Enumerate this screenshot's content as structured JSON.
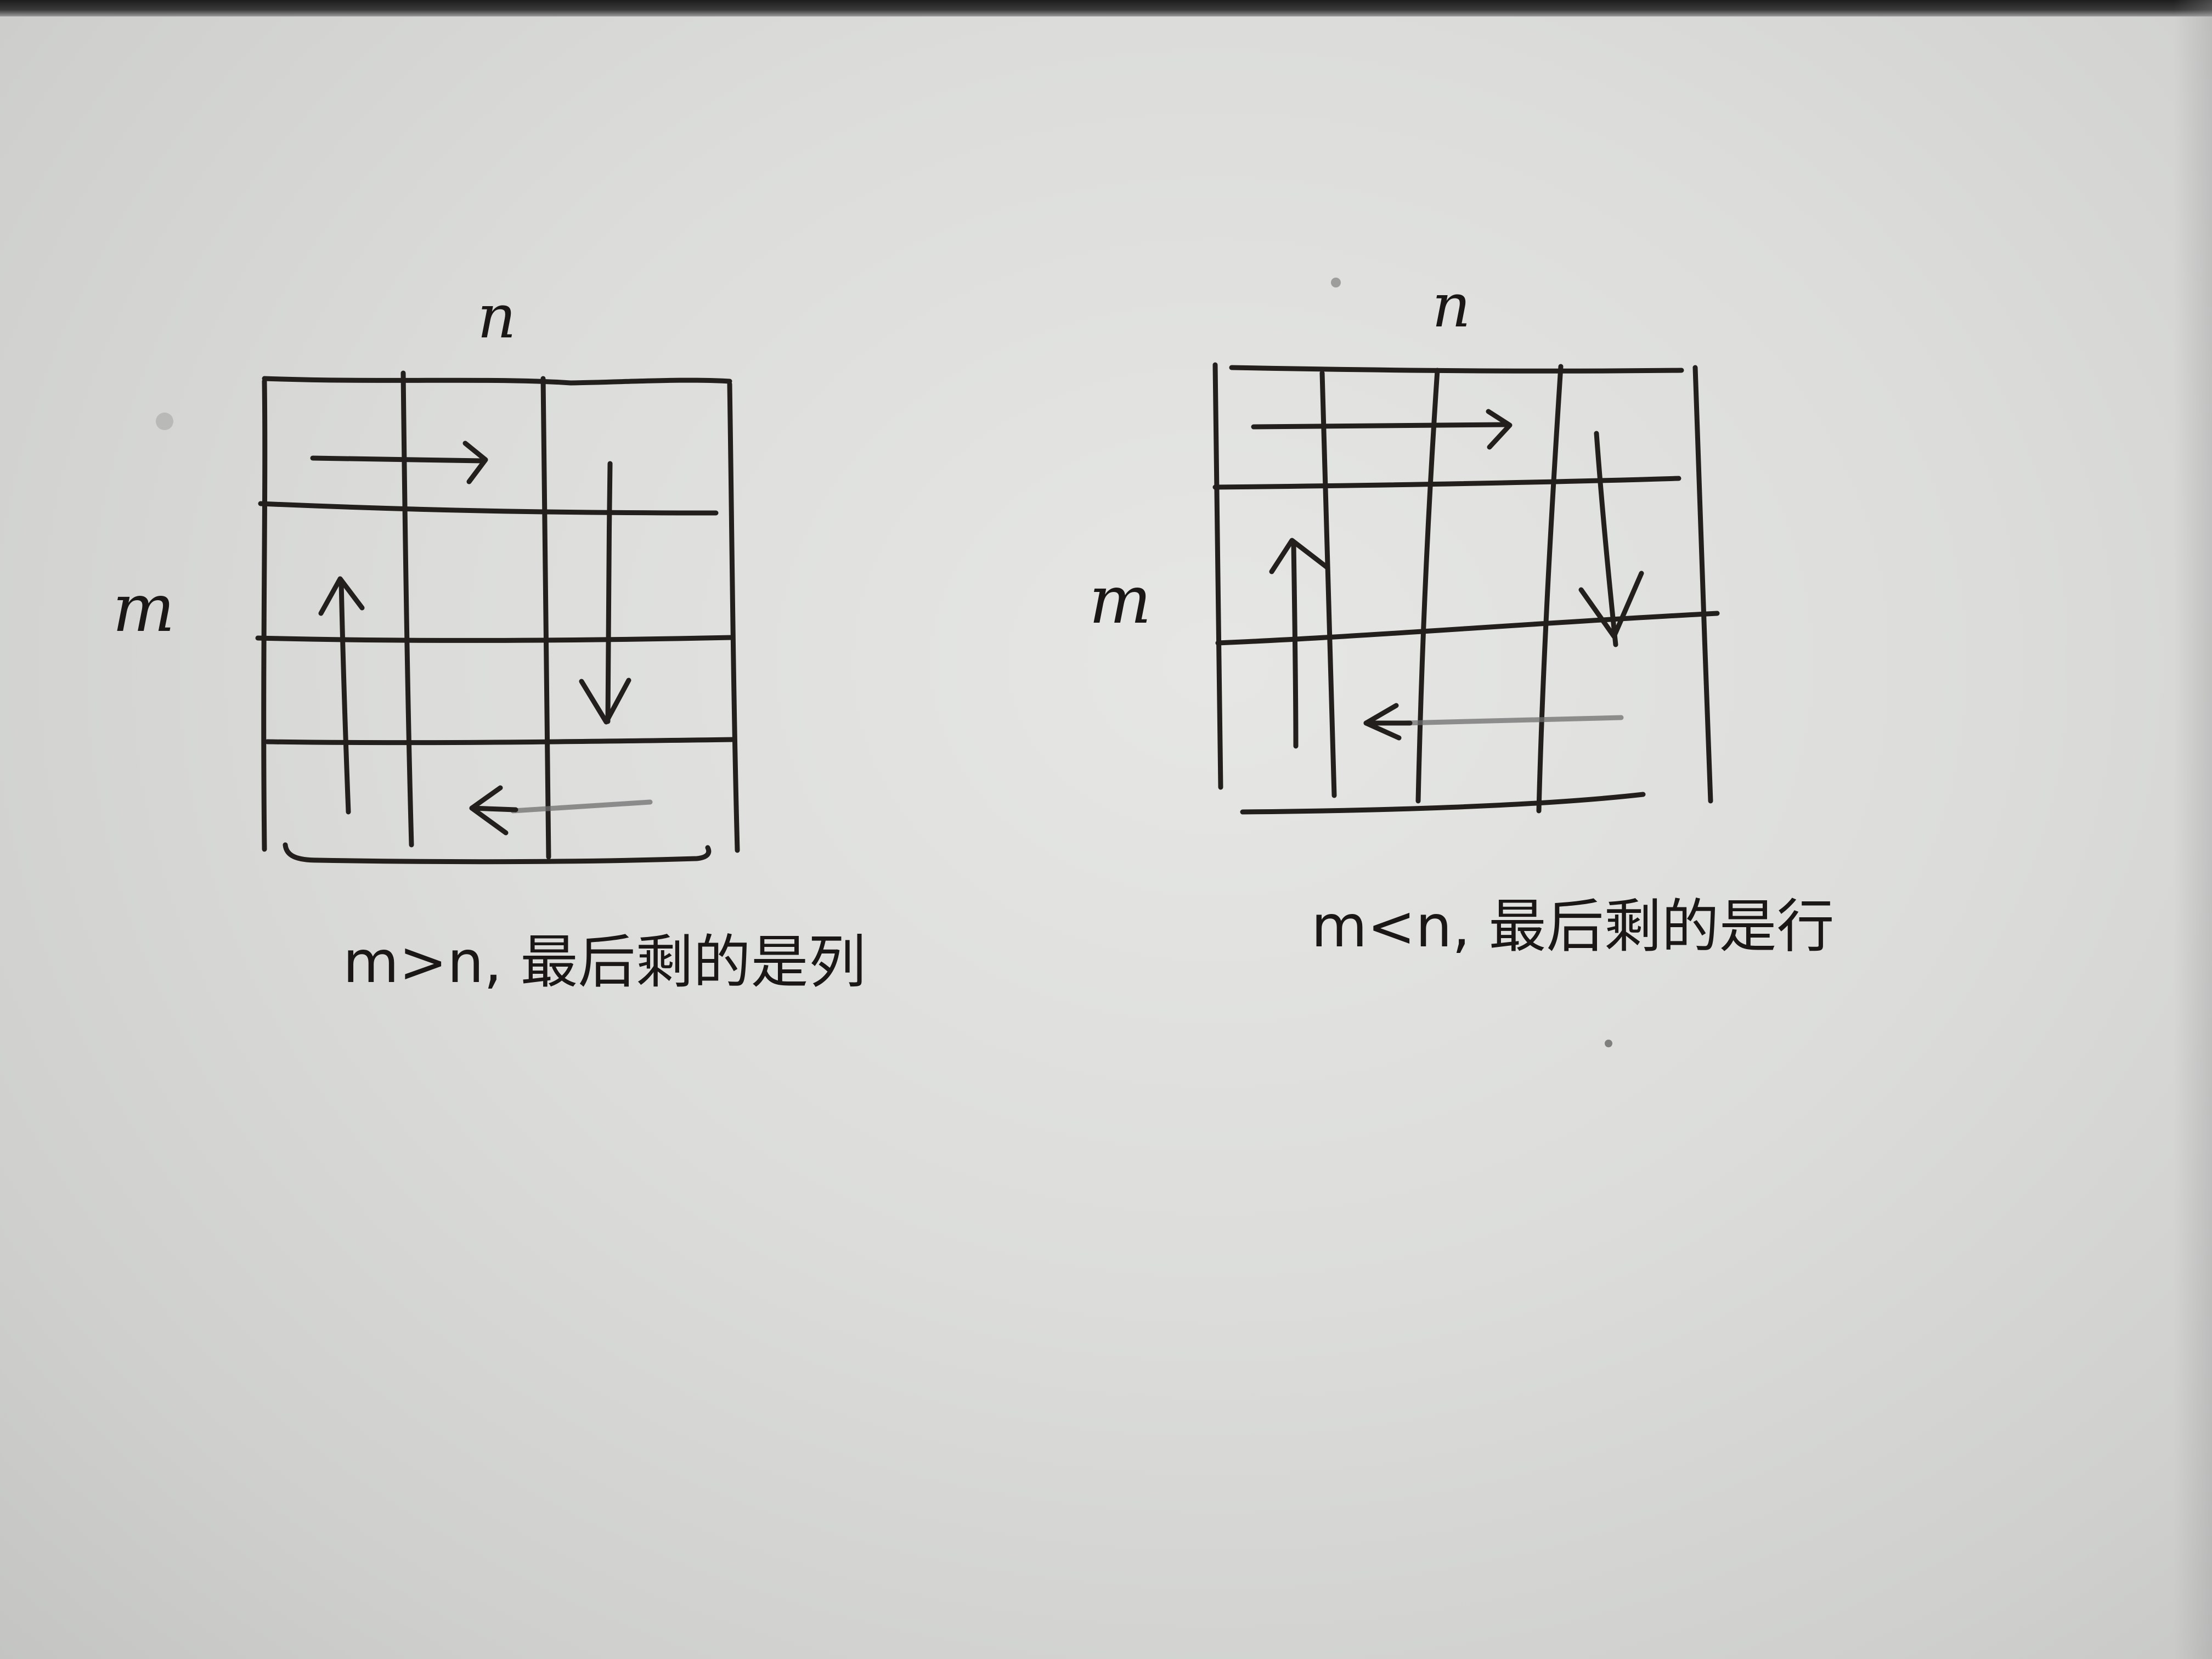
{
  "left_diagram": {
    "top_label": "n",
    "side_label": "m",
    "caption": "m>n, 最后剩的是列"
  },
  "right_diagram": {
    "top_label": "n",
    "side_label": "m",
    "caption": "m<n, 最后剩的是行"
  }
}
